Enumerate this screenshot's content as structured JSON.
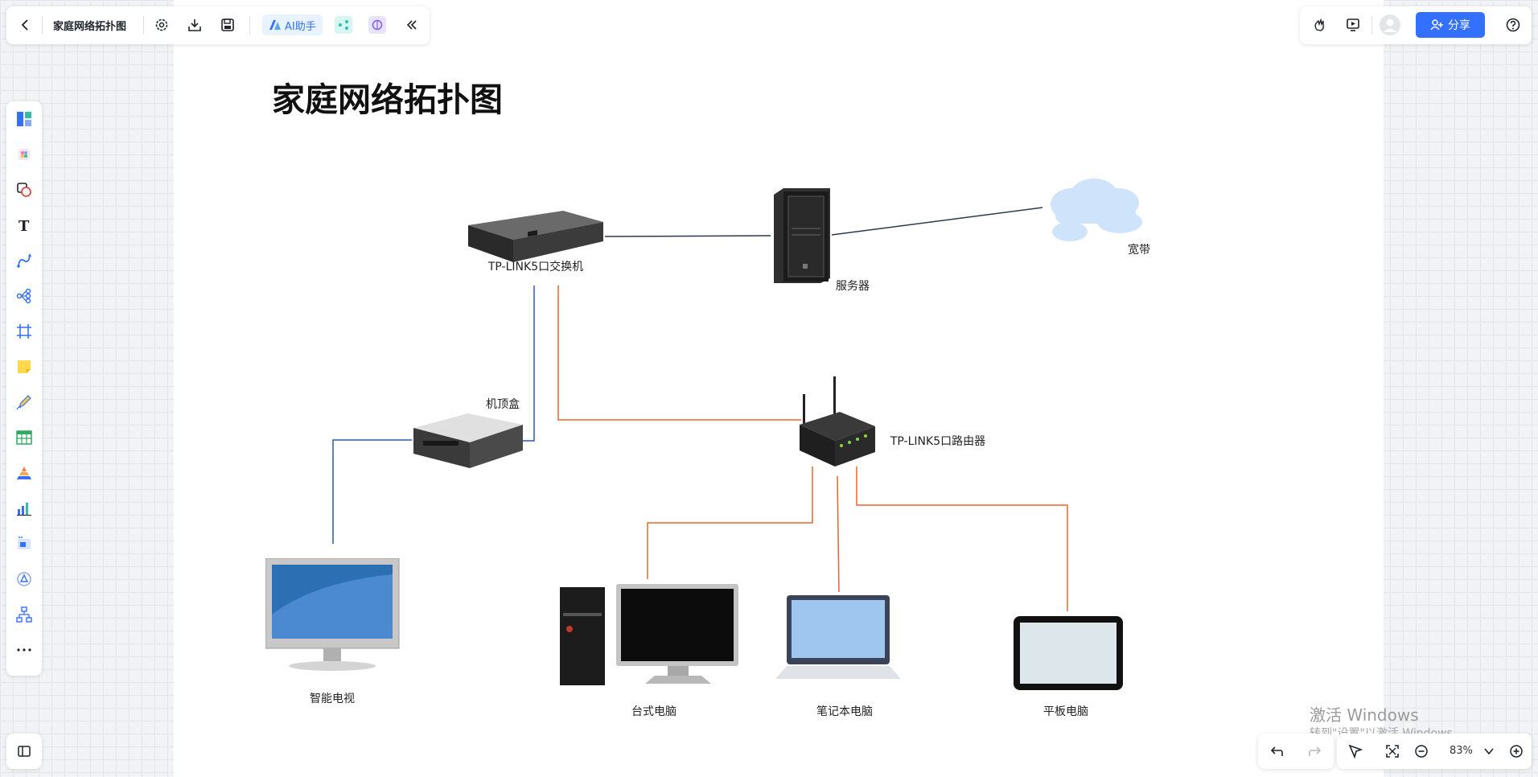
{
  "toolbar": {
    "doc_title": "家庭网络拓扑图",
    "ai_label": "AI助手",
    "share_label": "分享"
  },
  "canvas": {
    "title": "家庭网络拓扑图"
  },
  "nodes": {
    "switch": "TP-LINK5口交换机",
    "server": "服务器",
    "broadband": "宽带",
    "settop": "机顶盒",
    "router": "TP-LINK5口路由器",
    "tv": "智能电视",
    "desktop": "台式电脑",
    "laptop": "笔记本电脑",
    "tablet": "平板电脑"
  },
  "zoom": {
    "level": "83%"
  },
  "watermark": {
    "line1": "激活 Windows",
    "line2": "转到\"设置\"以激活 Windows。"
  },
  "colors": {
    "accent": "#3370ff",
    "orange_line": "#e8652a",
    "blue_line": "#2f55b8",
    "dark_line": "#2b3a4a"
  },
  "icons": {
    "left_sidebar": [
      "template-icon",
      "insert-icon",
      "shape-icon",
      "text-icon",
      "connector-icon",
      "mindmap-icon",
      "frame-icon",
      "sticky-note-icon",
      "pen-icon",
      "table-icon",
      "diagram-icon",
      "chart-icon",
      "embed-icon",
      "ai-tools-icon",
      "org-chart-icon",
      "more-icon"
    ]
  }
}
